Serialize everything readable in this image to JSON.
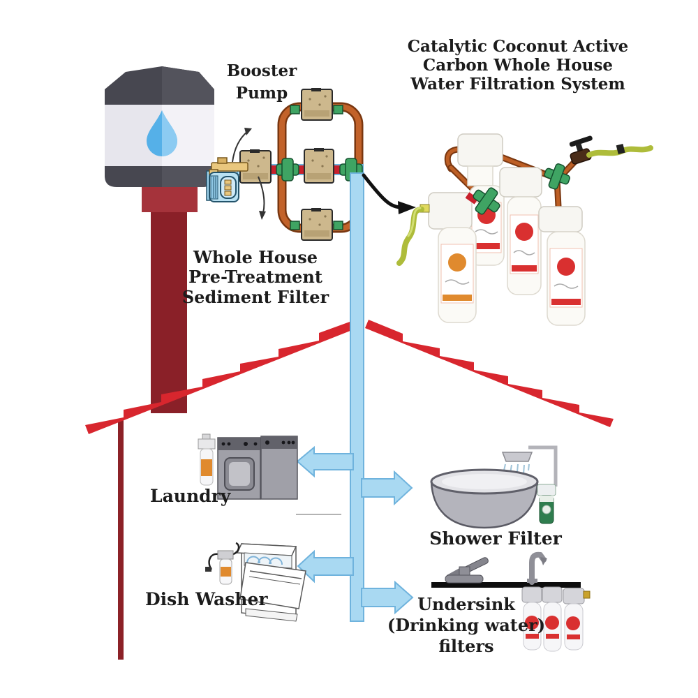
{
  "product_title": {
    "lines": [
      "Catalytic Coconut Active",
      "Carbon Whole House",
      "Water Filtration System"
    ]
  },
  "labels": {
    "booster_pump": {
      "lines": [
        "Booster",
        "Pump"
      ]
    },
    "pretreatment_filter": {
      "lines": [
        "Whole House",
        "Pre-Treatment",
        "Sediment Filter"
      ]
    },
    "laundry": "Laundry",
    "shower_filter": "Shower Filter",
    "dish_washer": "Dish Washer",
    "undersink": {
      "lines": [
        "Undersink",
        "(Drinking water)",
        "filters"
      ]
    }
  },
  "icons": {
    "water_tank": "water-tank-with-drop",
    "booster_pump": "booster-pump",
    "sediment_manifold": "sediment-filter-manifold",
    "filtration_unit": "four-stage-carbon-filter-system",
    "roof": "house-roof",
    "washer_dryer": "washer-dryer",
    "bathtub_shower": "bathtub-with-shower",
    "dishwasher": "dishwasher",
    "undersink_filters": "triple-undersink-filters",
    "flow_arrows": "water-flow-arrows"
  },
  "colors": {
    "roof_red": "#d8262e",
    "wall_maroon": "#8c2127",
    "pillar_maroon": "#8a2028",
    "pedestal_red": "#a5333b",
    "tank_dark": "#474750",
    "tank_body": "#eeedf3",
    "water_drop_blue": "#55b0e8",
    "pipe_blue": "#a9d9f2",
    "copper": "#bd5f25",
    "fitting_green": "#3fa463",
    "segment_red": "#c8202c",
    "filter_tan": "#cdb88d",
    "pump_blue": "#b8e0f2",
    "faucet_tan": "#e9c77e",
    "hose_green": "#aebc3a",
    "label_red": "#d93030",
    "label_orange": "#e08a2e",
    "appliance_gray": "#a0a0a8",
    "text_dark": "#1c1c1c"
  }
}
